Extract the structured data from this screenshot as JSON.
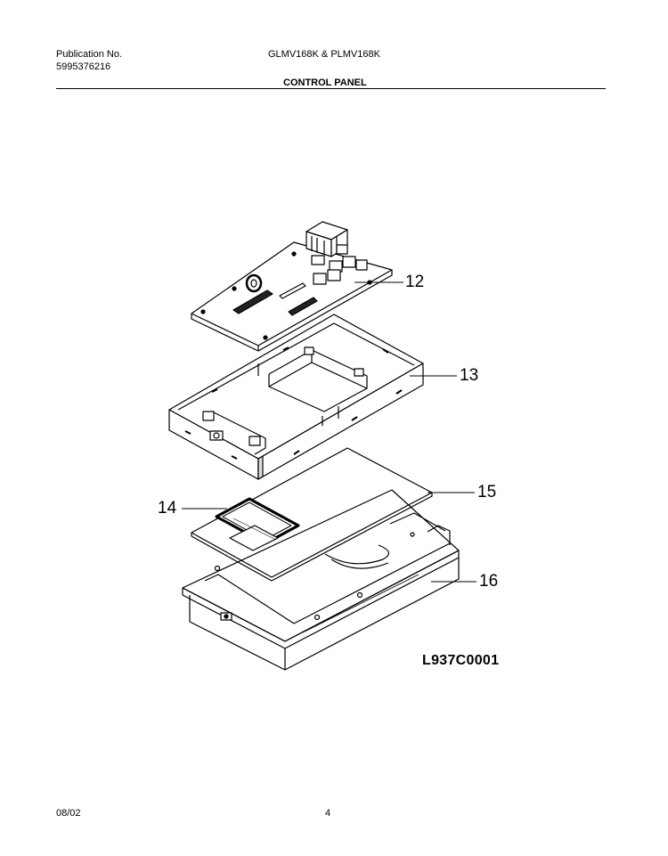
{
  "header": {
    "publication_label": "Publication No.",
    "publication_number": "5995376216",
    "models": "GLMV168K & PLMV168K",
    "section_title": "CONTROL PANEL"
  },
  "diagram": {
    "callouts": [
      "12",
      "13",
      "14",
      "15",
      "16"
    ],
    "drawing_code": "L937C0001"
  },
  "footer": {
    "date": "08/02",
    "page_number": "4"
  }
}
